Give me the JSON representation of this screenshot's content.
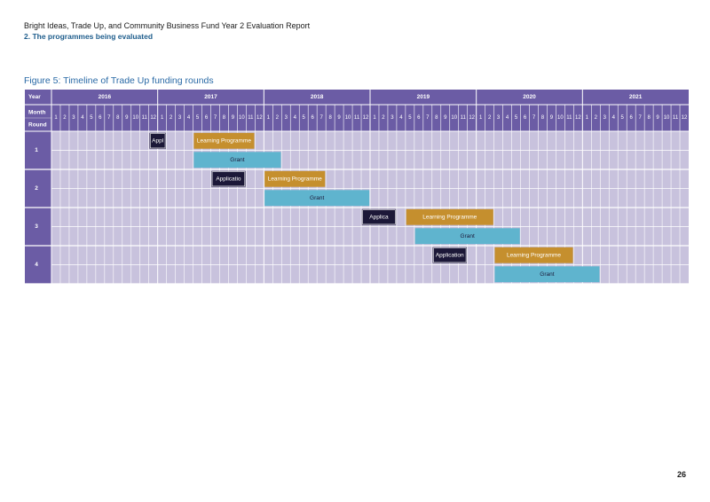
{
  "header": {
    "title": "Bright Ideas, Trade Up, and Community Business Fund Year 2 Evaluation Report",
    "section": "2. The programmes being evaluated"
  },
  "figure": {
    "title": "Figure 5: Timeline of Trade Up funding rounds"
  },
  "page_number": "26",
  "colors": {
    "header_bg": "#6b5ca5",
    "grid_bg": "#c8c2dd",
    "grid_line": "#ffffff",
    "application": "#1c1838",
    "learning_programme": "#c58f2e",
    "grant": "#5fb4ce"
  },
  "chart_data": {
    "type": "table",
    "row_labels": {
      "year": "Year",
      "month": "Month",
      "round": "Round"
    },
    "years": [
      "2016",
      "2017",
      "2018",
      "2019",
      "2020",
      "2021"
    ],
    "months": [
      "1",
      "2",
      "3",
      "4",
      "5",
      "6",
      "7",
      "8",
      "9",
      "10",
      "11",
      "12"
    ],
    "rounds": [
      {
        "label": "1",
        "bars": [
          {
            "kind": "application",
            "label": "Appl",
            "start": "2016-12",
            "end": "2017-01"
          },
          {
            "kind": "learning_programme",
            "label": "Learning Programme",
            "start": "2017-05",
            "end": "2017-11"
          },
          {
            "kind": "grant",
            "label": "Grant",
            "start": "2017-05",
            "end": "2018-02"
          }
        ]
      },
      {
        "label": "2",
        "bars": [
          {
            "kind": "application",
            "label": "Applicatio",
            "start": "2017-07",
            "end": "2017-10"
          },
          {
            "kind": "learning_programme",
            "label": "Learning Programme",
            "start": "2018-01",
            "end": "2018-07"
          },
          {
            "kind": "grant",
            "label": "Grant",
            "start": "2018-01",
            "end": "2018-12"
          }
        ]
      },
      {
        "label": "3",
        "bars": [
          {
            "kind": "application",
            "label": "Applica",
            "start": "2018-12",
            "end": "2019-03"
          },
          {
            "kind": "learning_programme",
            "label": "Learning Programme",
            "start": "2019-05",
            "end": "2020-02"
          },
          {
            "kind": "grant",
            "label": "Grant",
            "start": "2019-06",
            "end": "2020-05"
          }
        ]
      },
      {
        "label": "4",
        "bars": [
          {
            "kind": "application",
            "label": "Application",
            "start": "2019-08",
            "end": "2019-11"
          },
          {
            "kind": "learning_programme",
            "label": "Learning Programme",
            "start": "2020-03",
            "end": "2020-11"
          },
          {
            "kind": "grant",
            "label": "Grant",
            "start": "2020-03",
            "end": "2021-02"
          }
        ]
      }
    ]
  }
}
